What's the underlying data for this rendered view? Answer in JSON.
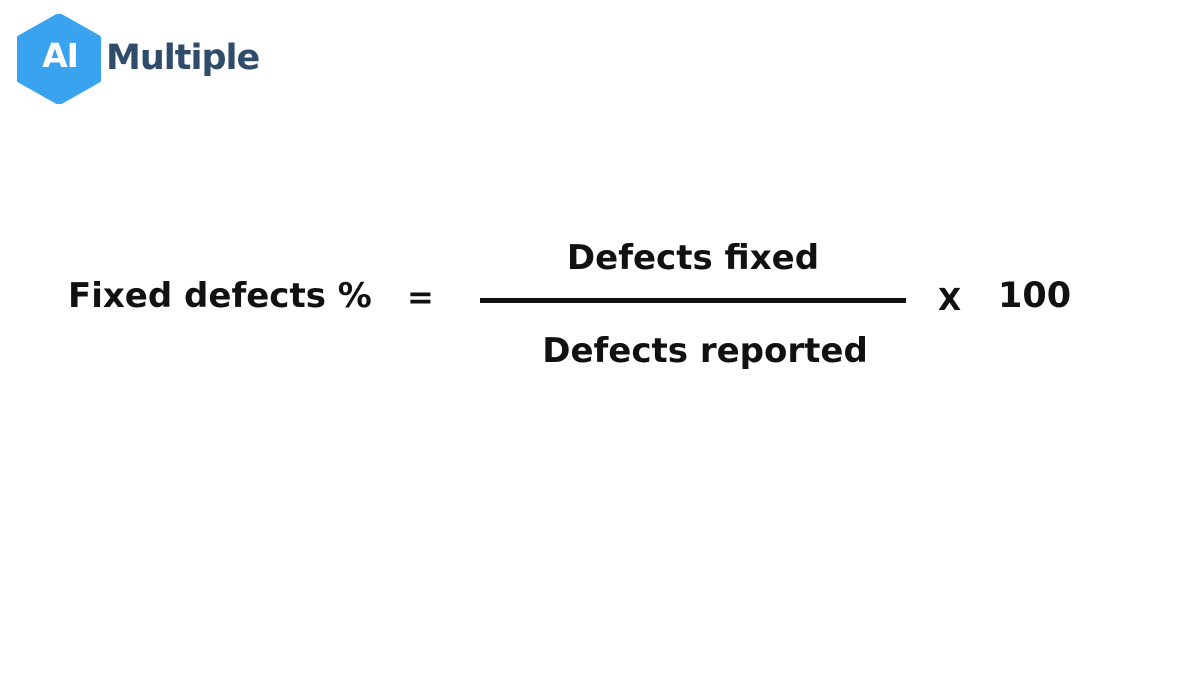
{
  "logo": {
    "badge_text": "AI",
    "word_text": "Multiple",
    "badge_color": "#3aa3f0",
    "word_color": "#2f4d6b"
  },
  "formula": {
    "lhs": "Fixed defects %",
    "equals": "=",
    "numerator": "Defects fixed",
    "denominator": "Defects reported",
    "times": "X",
    "factor": "100"
  }
}
